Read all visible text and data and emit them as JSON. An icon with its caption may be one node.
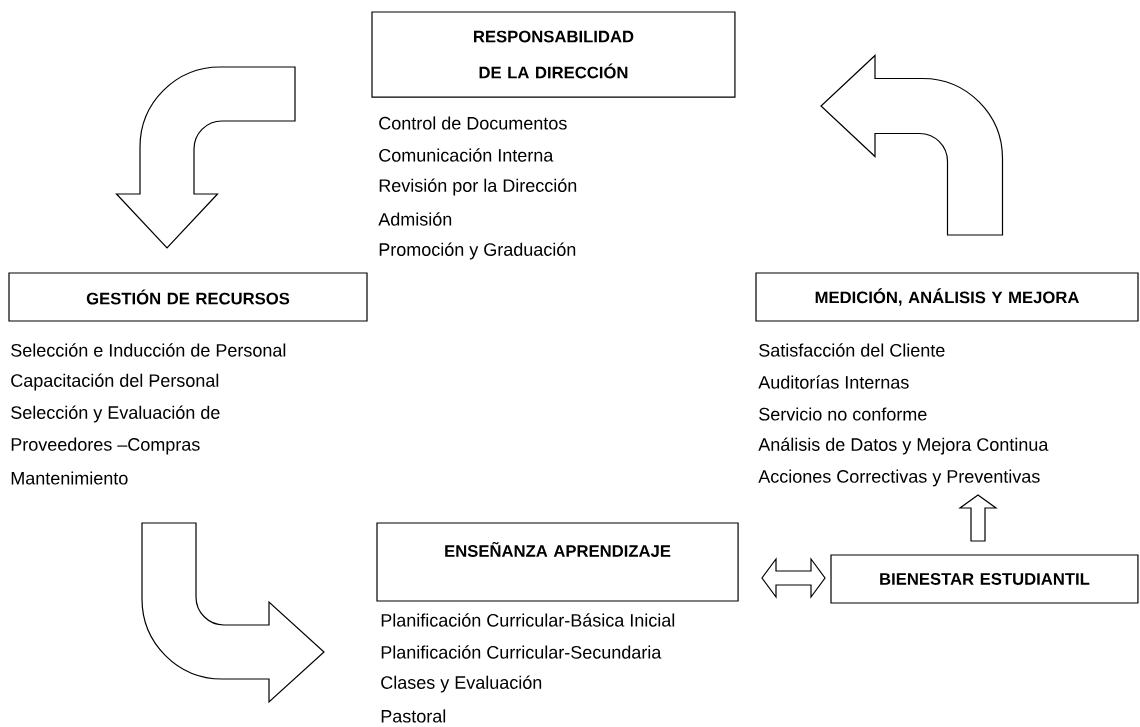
{
  "diagram": {
    "nodes": [
      {
        "text": [
          "RESPONSABILIDAD DE LA DIRECCIÓN"
        ],
        "beside": [
          "Control de Documentos",
          "Comunicación Interna",
          "Revisión por la Dirección",
          "Admisión",
          "Promoción y Graduación"
        ]
      },
      {
        "text": [
          "GESTIÓN DE RECURSOS"
        ],
        "beside": [
          "Selección e Inducción de Personal",
          "Capacitación del Personal",
          "Selección y Evaluación de",
          "Proveedores –Compras",
          "Mantenimiento"
        ]
      },
      {
        "text": [
          "MEDICIÓN, ANÁLISIS Y MEJORA"
        ],
        "beside": [
          "Satisfacción del Cliente",
          "Auditorías Internas",
          "Servicio no conforme",
          "Análisis de Datos y Mejora Continua",
          "Acciones Correctivas y Preventivas"
        ]
      },
      {
        "text": [
          "ENSEÑANZA APRENDIZAJE"
        ],
        "beside": [
          "Planificación Curricular-Básica Inicial",
          "Planificación Curricular-Secundaria",
          "Clases y Evaluación",
          "Pastoral"
        ]
      },
      {
        "text": [
          "BIENESTAR ESTUDIANTIL"
        ]
      }
    ],
    "edges": [
      {
        "from": 0,
        "to": 1,
        "arrow": "to"
      },
      {
        "from": 1,
        "to": 3,
        "arrow": "to"
      },
      {
        "from": 3,
        "to": 4,
        "arrow": "both"
      },
      {
        "from": 4,
        "to": 2,
        "arrow": "to"
      },
      {
        "from": 2,
        "to": 0,
        "arrow": "to"
      }
    ]
  }
}
